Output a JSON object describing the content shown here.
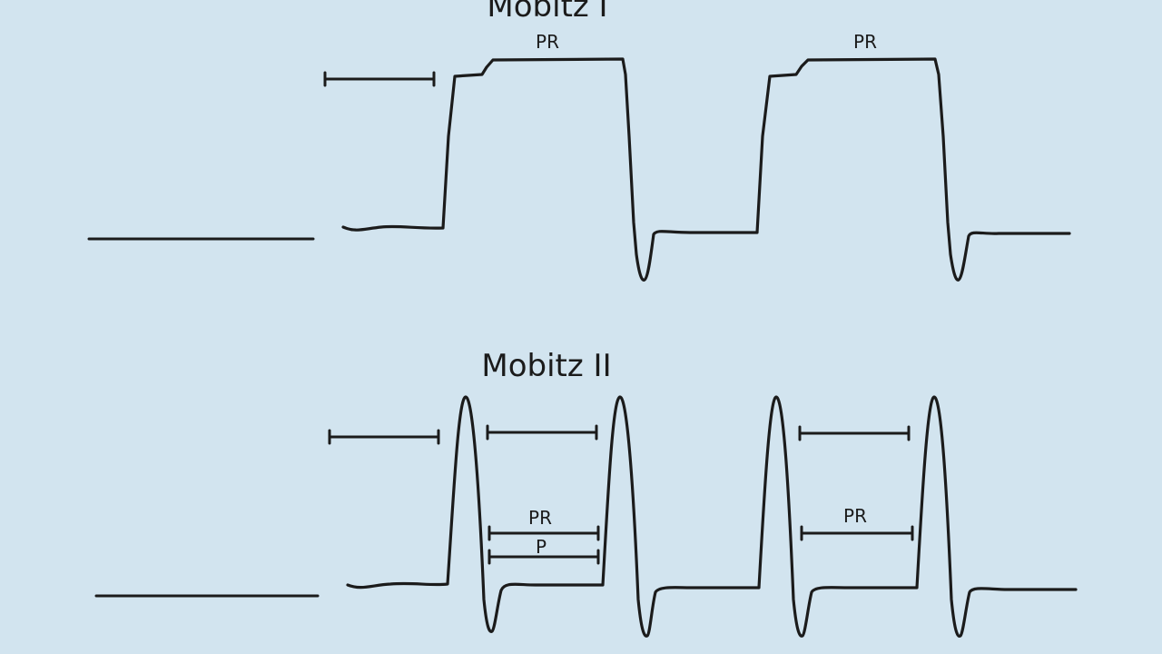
{
  "mobitz_1": {
    "title": "Mobitz I",
    "labels": [
      "PR",
      "PR"
    ]
  },
  "mobitz_2": {
    "title": "Mobitz II",
    "labels": [
      "PR",
      "P",
      "PR"
    ]
  },
  "colors": {
    "background": "#d2e4ef",
    "trace": "#1b1b1b"
  }
}
